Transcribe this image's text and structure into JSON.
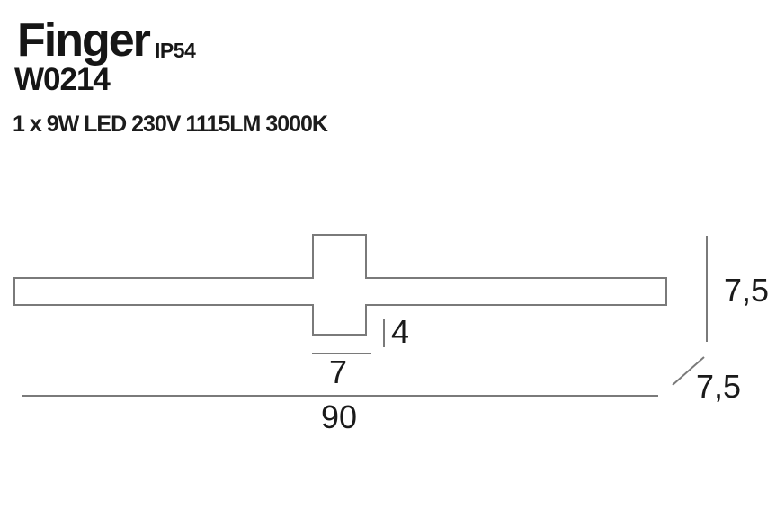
{
  "page": {
    "background": "#ffffff"
  },
  "header": {
    "title": "Finger",
    "ip_rating": "IP54",
    "model": "W0214",
    "specs": "1 x 9W LED 230V 1115LM 3000K"
  },
  "drawing": {
    "line_color": "#7a7a7a",
    "text_color": "#1a1a1a",
    "dimensions": {
      "total_width": "90",
      "fixture_height": "7,5",
      "fixture_depth": "7,5",
      "mount_width": "7",
      "mount_height": "4"
    }
  }
}
